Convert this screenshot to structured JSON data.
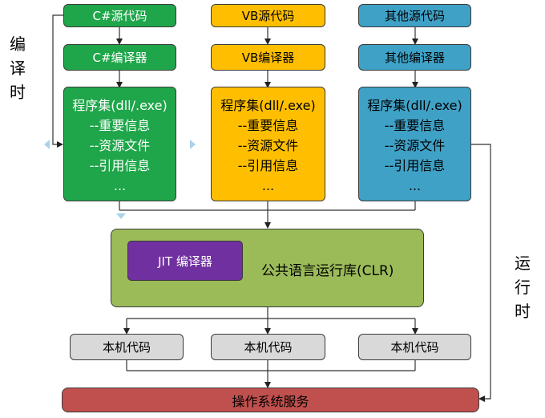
{
  "left_label": [
    "编",
    "译",
    "时"
  ],
  "right_label": [
    "运",
    "行",
    "时"
  ],
  "columns": [
    {
      "source": "C#源代码",
      "compiler": "C#编译器",
      "assembly": [
        "程序集(dll/.exe)",
        "--重要信息",
        "--资源文件",
        "--引用信息",
        "..."
      ],
      "color": "#1fa64a"
    },
    {
      "source": "VB源代码",
      "compiler": "VB编译器",
      "assembly": [
        "程序集(dll/.exe)",
        "--重要信息",
        "--资源文件",
        "--引用信息",
        "..."
      ],
      "color": "#ffbf00"
    },
    {
      "source": "其他源代码",
      "compiler": "其他编译器",
      "assembly": [
        "程序集(dll/.exe)",
        "--重要信息",
        "--资源文件",
        "--引用信息",
        "..."
      ],
      "color": "#3fa1c6"
    }
  ],
  "clr": {
    "label": "公共语言运行库(CLR)",
    "jit": "JIT 编译器",
    "color": "#9bbb59",
    "jit_color": "#7030a0"
  },
  "native": [
    "本机代码",
    "本机代码",
    "本机代码"
  ],
  "os": {
    "label": "操作系统服务",
    "color": "#c0504d"
  }
}
